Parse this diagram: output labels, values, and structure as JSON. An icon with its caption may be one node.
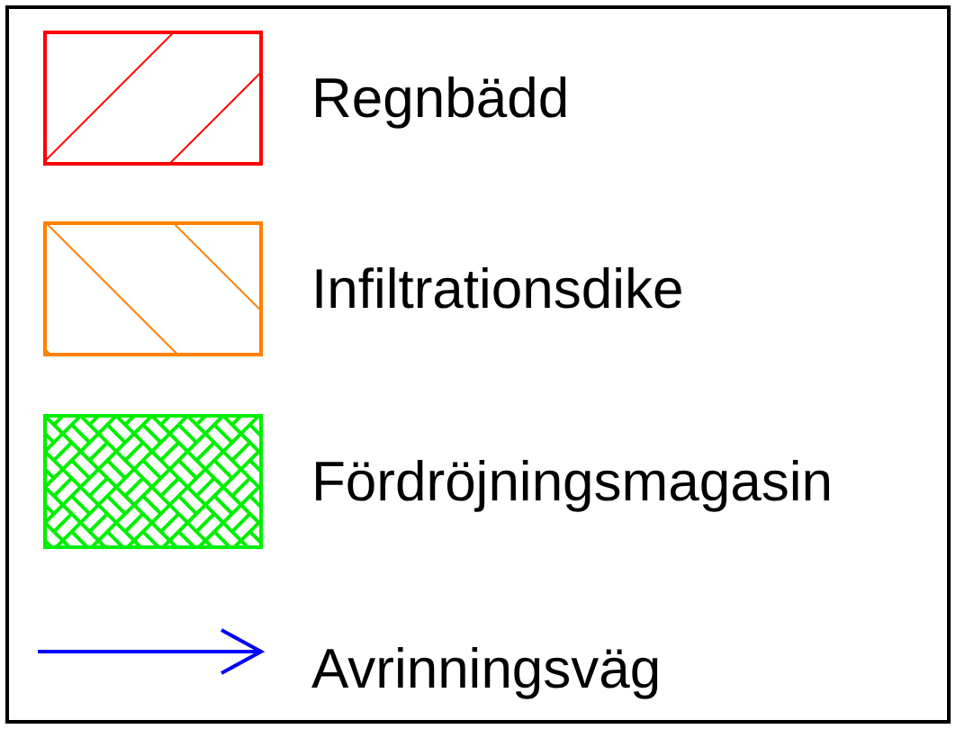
{
  "diagram": {
    "legend": [
      {
        "text": "Regnbädd"
      },
      {
        "text": "Infiltrationsdike"
      },
      {
        "text": "Fördröjningsmagasin"
      },
      {
        "text": "Avrinningsväg"
      }
    ]
  }
}
